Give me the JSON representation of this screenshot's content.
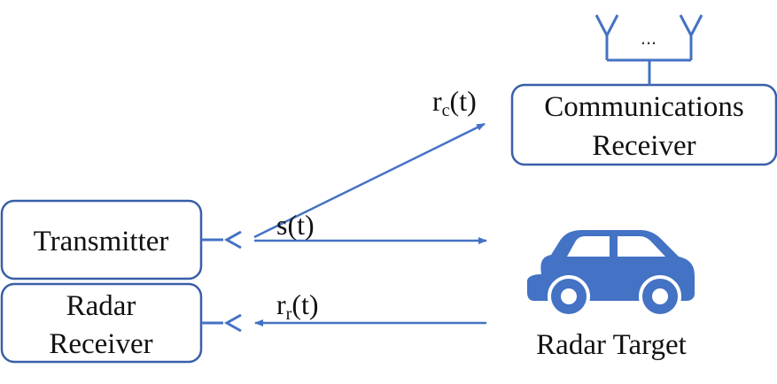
{
  "blocks": {
    "transmitter": "Transmitter",
    "radar_receiver_line1": "Radar",
    "radar_receiver_line2": "Receiver",
    "comm_receiver_line1": "Communications",
    "comm_receiver_line2": "Receiver",
    "radar_target": "Radar Target"
  },
  "signals": {
    "rc_main": "r",
    "rc_sub": "c",
    "rc_arg": "(t)",
    "s": "s(t)",
    "rr_main": "r",
    "rr_sub": "r",
    "rr_arg": "(t)"
  },
  "antenna_array": {
    "ellipsis": "..."
  },
  "colors": {
    "accent": "#4472C4",
    "border": "#3A5FA8"
  }
}
